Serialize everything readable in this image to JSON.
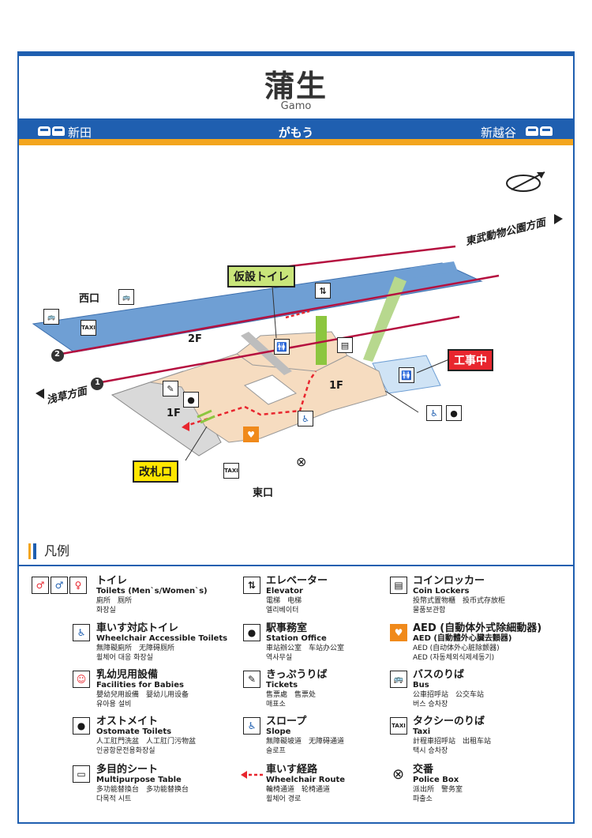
{
  "station": {
    "name_ja": "蒲生",
    "name_en": "Gamo",
    "name_kana": "がもう"
  },
  "line_bar": {
    "left_station": "新田",
    "right_station": "新越谷",
    "accent": "#f3a51e",
    "line_color": "#1f5fb0"
  },
  "map": {
    "direction_right": "東武動物公園方面",
    "direction_left": "浅草方面",
    "exit_west": "西口",
    "exit_east": "東口",
    "floor_2f": "2F",
    "floor_1f_a": "1F",
    "floor_1f_b": "1F",
    "track_1": "1",
    "track_2": "2",
    "temp_toilet": "仮設トイレ",
    "under_construction": "工事中",
    "ticket_gate": "改札口",
    "compass_icon": "compass-north-icon",
    "colors": {
      "platform": "#6f9fd4",
      "concourse": "#f6dcc0",
      "route": "#e8262e",
      "construction": "#e8262e",
      "gate_tag": "#ffe600",
      "temp_tag": "#c9e57a"
    }
  },
  "legend": {
    "title": "凡例",
    "items": [
      {
        "ja": "トイレ",
        "en": "Toilets (Men`s/Women`s)",
        "sub1": "廁所　厕所",
        "sub2": "화장실"
      },
      {
        "ja": "車いす対応トイレ",
        "en": "Wheelchair Accessible Toilets",
        "sub1": "無障礙廁所　无障碍厕所",
        "sub2": "휠체어 대응 화장실"
      },
      {
        "ja": "乳幼児用設備",
        "en": "Facilities for Babies",
        "sub1": "嬰幼兒用設備　婴幼儿用设备",
        "sub2": "유아용 설비"
      },
      {
        "ja": "オストメイト",
        "en": "Ostomate Toilets",
        "sub1": "人工肛門洗盆　人工肛门污物盆",
        "sub2": "인공항문전용화장실"
      },
      {
        "ja": "多目的シート",
        "en": "Multipurpose Table",
        "sub1": "多功能替換台　多功能替换台",
        "sub2": "다목적 시트"
      },
      {
        "ja": "エレベーター",
        "en": "Elevator",
        "sub1": "電梯　电梯",
        "sub2": "엘리베이터"
      },
      {
        "ja": "駅事務室",
        "en": "Station Office",
        "sub1": "車站辦公室　车站办公室",
        "sub2": "역사무실"
      },
      {
        "ja": "きっぷうりば",
        "en": "Tickets",
        "sub1": "售票處　售票处",
        "sub2": "매표소"
      },
      {
        "ja": "スロープ",
        "en": "Slope",
        "sub1": "無障礙坡道　无障碍通道",
        "sub2": "슬로프"
      },
      {
        "ja": "車いす経路",
        "en": "Wheelchair Route",
        "sub1": "輪椅通道　轮椅通道",
        "sub2": "휠체어 경로"
      },
      {
        "ja": "コインロッカー",
        "en": "Coin Lockers",
        "sub1": "投幣式置物櫃　投币式存放柜",
        "sub2": "물품보관함"
      },
      {
        "ja": "AED (自動体外式除細動器)",
        "en": "AED (自動體外心臟去顫器)",
        "sub1": "AED (自动体外心脏除颤器)",
        "sub2": "AED (자동체외식제세동기)"
      },
      {
        "ja": "バスのりば",
        "en": "Bus",
        "sub1": "公車招呼站　公交车站",
        "sub2": "버스 승차장"
      },
      {
        "ja": "タクシーのりば",
        "en": "Taxi",
        "sub1": "計程車招呼站　出租车站",
        "sub2": "택시 승차장"
      },
      {
        "ja": "交番",
        "en": "Police Box",
        "sub1": "派出所　警务室",
        "sub2": "파출소"
      }
    ]
  }
}
